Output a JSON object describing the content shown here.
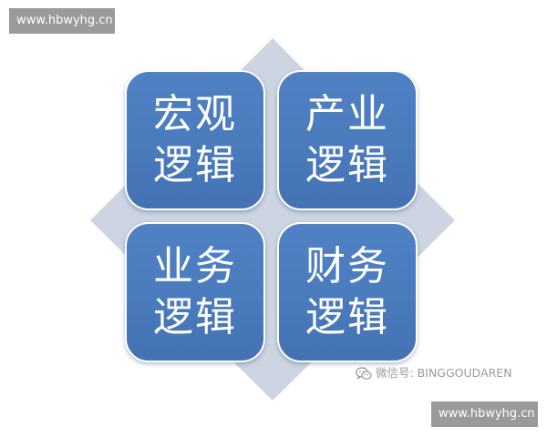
{
  "watermark": {
    "top_text": "www.hbwyhg.cn",
    "bottom_text": "www.hbwyhg.cn"
  },
  "diagram": {
    "tiles": [
      {
        "line1": "宏观",
        "line2": "逻辑"
      },
      {
        "line1": "产业",
        "line2": "逻辑"
      },
      {
        "line1": "业务",
        "line2": "逻辑"
      },
      {
        "line1": "财务",
        "line2": "逻辑"
      }
    ]
  },
  "wechat": {
    "label": "微信号: BINGGOUDAREN",
    "icon": "wechat-icon"
  },
  "colors": {
    "tile_fill": "#4a7bbd",
    "diamond_fill": "#cdd5e3",
    "watermark_bg": "#9a9a9a"
  }
}
